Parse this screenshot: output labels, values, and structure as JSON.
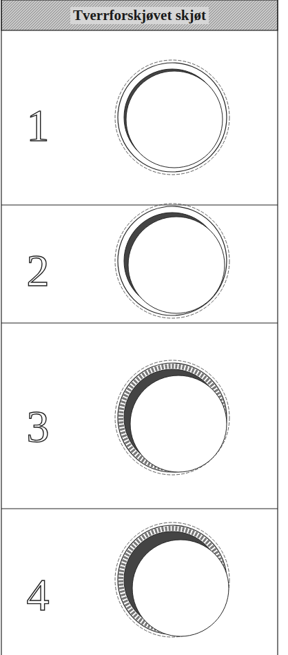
{
  "diagram": {
    "title": "Tverrforskjøvet skjøt",
    "labels": [
      "1",
      "2",
      "3",
      "4"
    ]
  }
}
